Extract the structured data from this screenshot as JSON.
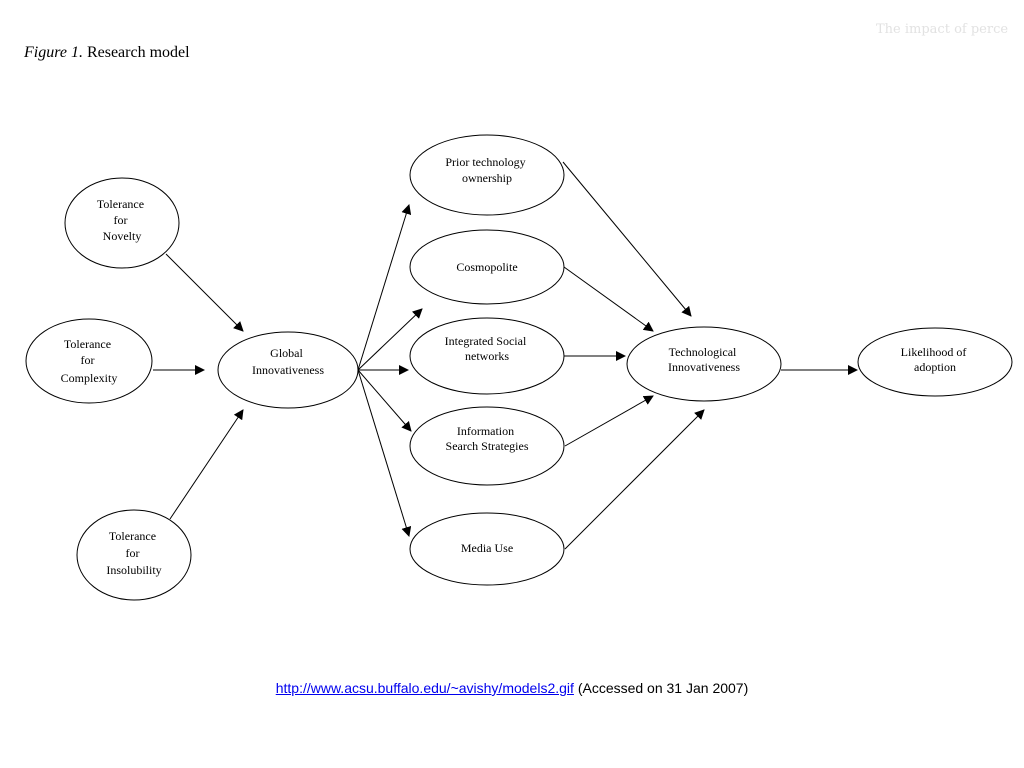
{
  "header": {
    "faded_text": "The impact of perce"
  },
  "figure": {
    "label": "Figure 1.",
    "title": "Research model"
  },
  "nodes": {
    "tol_novelty": {
      "lines": [
        "Tolerance",
        "for",
        "Novelty"
      ]
    },
    "tol_complexity": {
      "lines": [
        "Tolerance",
        "for",
        "Complexity"
      ]
    },
    "tol_insolubility": {
      "lines": [
        "Tolerance",
        "for",
        "Insolubility"
      ]
    },
    "global": {
      "lines": [
        "Global",
        "Innovativeness"
      ]
    },
    "prior": {
      "lines": [
        "Prior technology",
        "ownership"
      ]
    },
    "cosmo": {
      "lines": [
        "Cosmopolite"
      ]
    },
    "integrated": {
      "lines": [
        "Integrated Social",
        "networks"
      ]
    },
    "info": {
      "lines": [
        "Information",
        "Search Strategies"
      ]
    },
    "media": {
      "lines": [
        "Media Use"
      ]
    },
    "tech": {
      "lines": [
        "Technological",
        "Innovativeness"
      ]
    },
    "likelihood": {
      "lines": [
        "Likelihood of",
        "adoption"
      ]
    }
  },
  "caption": {
    "link": "http://www.acsu.buffalo.edu/~avishy/models2.gif",
    "note": "(Accessed on 31 Jan 2007)"
  }
}
